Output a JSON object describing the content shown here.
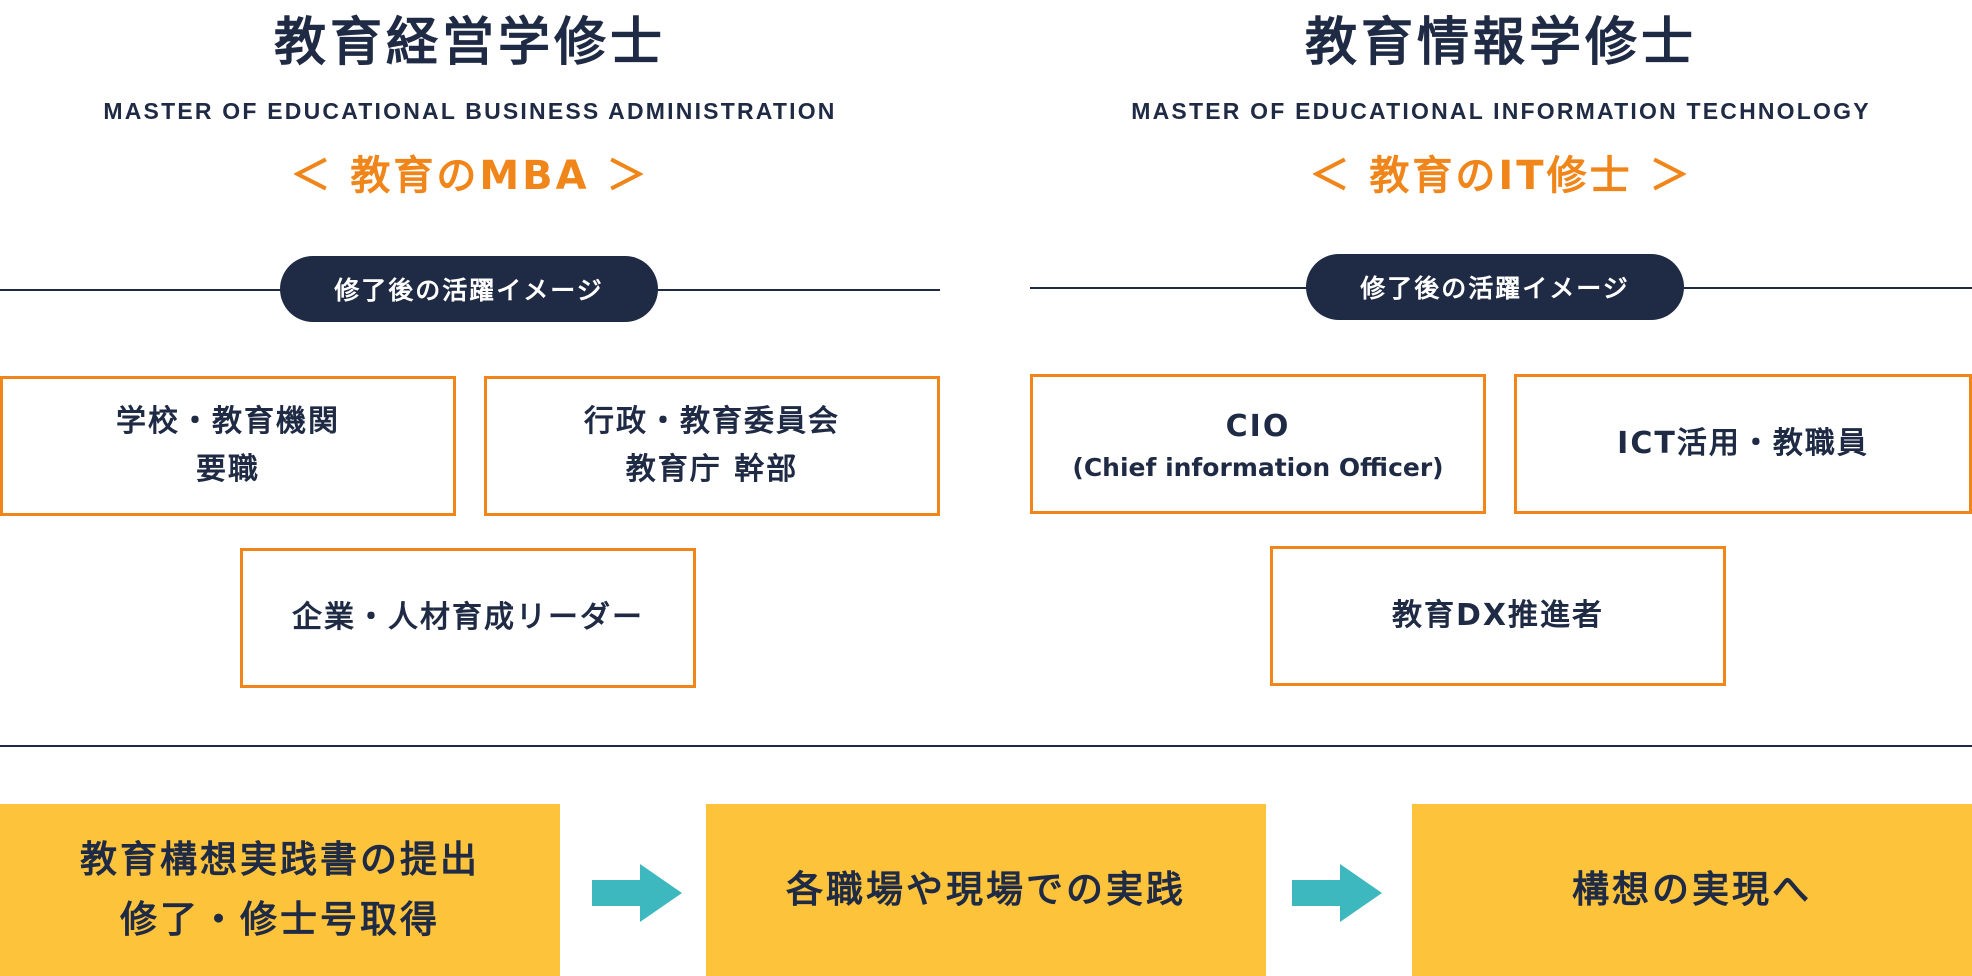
{
  "left": {
    "title": "教育経営学修士",
    "subtitle": "MASTER OF EDUCATIONAL BUSINESS ADMINISTRATION",
    "tagline": "＜ 教育のMBA ＞",
    "pill": "修了後の活躍イメージ",
    "roles": [
      {
        "line1": "学校・教育機関",
        "line2": "要職"
      },
      {
        "line1": "行政・教育委員会",
        "line2": "教育庁 幹部"
      },
      {
        "line1": "企業・人材育成リーダー"
      }
    ]
  },
  "right": {
    "title": "教育情報学修士",
    "subtitle": "MASTER OF EDUCATIONAL INFORMATION TECHNOLOGY",
    "tagline": "＜ 教育のIT修士 ＞",
    "pill": "修了後の活躍イメージ",
    "roles": [
      {
        "line1": "CIO",
        "line2": "(Chief information Officer)"
      },
      {
        "line1": "ICT活用・教職員"
      },
      {
        "line1": "教育DX推進者"
      }
    ]
  },
  "flow": {
    "steps": [
      {
        "line1": "教育構想実践書の提出",
        "line2": "修了・修士号取得"
      },
      {
        "line1": "各職場や現場での実践"
      },
      {
        "line1": "構想の実現へ"
      }
    ]
  },
  "colors": {
    "navy": "#1f2a44",
    "orange": "#f08519",
    "yellow": "#fdc33b",
    "teal": "#3db8bf"
  },
  "icons": {
    "arrow": "arrow-right-icon"
  }
}
